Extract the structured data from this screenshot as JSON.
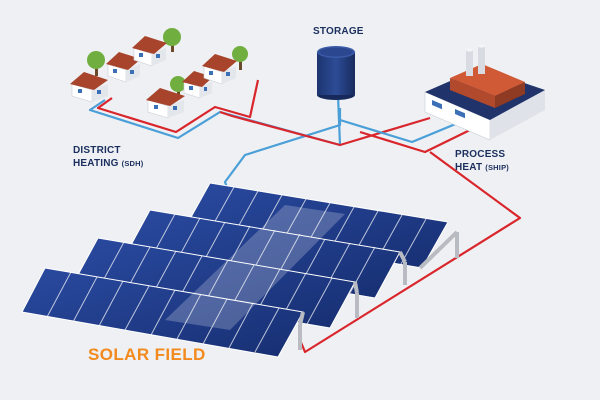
{
  "labels": {
    "storage": "STORAGE",
    "district_line1": "DISTRICT",
    "district_line2": "HEATING",
    "district_suffix": "(SDH)",
    "process_line1": "PROCESS",
    "process_line2": "HEAT",
    "process_suffix": "(SHIP)",
    "solar_field": "SOLAR FIELD"
  },
  "colors": {
    "background": "#eef0f3",
    "hot_pipe": "#d9262c",
    "cold_pipe": "#4a9fd8",
    "panel": "#1f3a8a",
    "label": "#1b2f5e",
    "accent": "#f28a1e"
  },
  "icons": [
    "houses-icon",
    "storage-tank-icon",
    "factory-icon",
    "solar-panel-icon",
    "tree-icon"
  ]
}
